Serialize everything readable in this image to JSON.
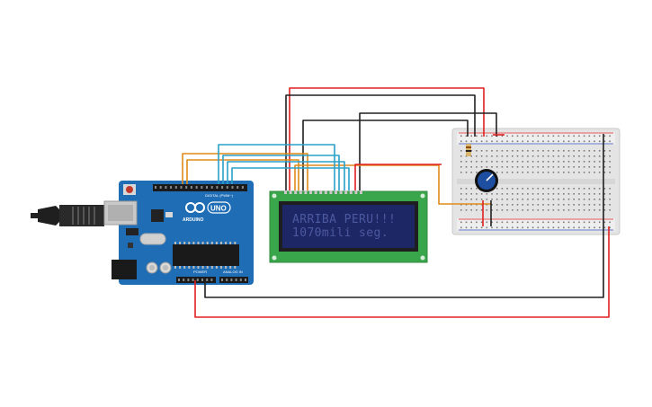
{
  "arduino": {
    "brand": "ARDUINO",
    "model": "UNO",
    "digital_label": "DIGITAL (PWM~)",
    "power_label": "POWER",
    "analog_label": "ANALOG IN"
  },
  "lcd": {
    "line1": "ARRIBA PERU!!!",
    "line2": "1070mili seg."
  },
  "colors": {
    "wire_red": "#e02020",
    "wire_black": "#202020",
    "wire_orange": "#e08a1a",
    "wire_blue": "#2aa0c8",
    "board_blue": "#1f6db5",
    "lcd_green": "#3aa64c",
    "lcd_screen": "#1e2766",
    "breadboard": "#e6e6e6",
    "pot_blue": "#1d4ea0"
  }
}
